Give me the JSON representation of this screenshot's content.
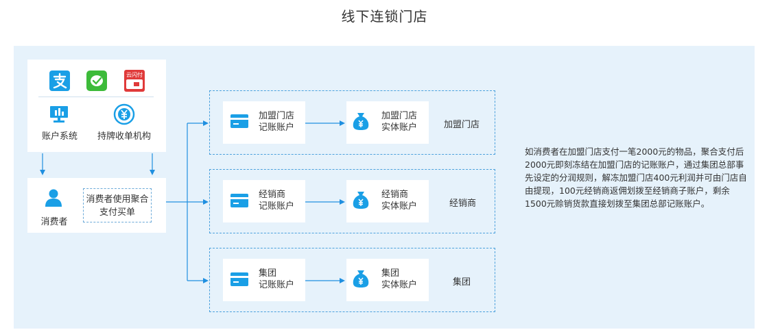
{
  "title": "线下连锁门店",
  "payment_methods": [
    {
      "name": "alipay-icon",
      "color": "#1a9fe6"
    },
    {
      "name": "wechat-pay-icon",
      "color": "#3dbb3a"
    },
    {
      "name": "unionpay-quickpass-icon",
      "color": "#e03a3a"
    }
  ],
  "unionpay_badge_text": "云闪付",
  "account_system_label": "账户系统",
  "acquirer_label": "持牌收单机构",
  "consumer_label": "消费者",
  "consumer_action": "消费者使用聚合支付买单",
  "groups": [
    {
      "virtual_account_line1": "加盟门店",
      "virtual_account_line2": "记账账户",
      "real_account_line1": "加盟门店",
      "real_account_line2": "实体账户",
      "label": "加盟门店"
    },
    {
      "virtual_account_line1": "经销商",
      "virtual_account_line2": "记账账户",
      "real_account_line1": "经销商",
      "real_account_line2": "实体账户",
      "label": "经销商"
    },
    {
      "virtual_account_line1": "集团",
      "virtual_account_line2": "记账账户",
      "real_account_line1": "集团",
      "real_account_line2": "实体账户",
      "label": "集团"
    }
  ],
  "description": "如消费者在加盟门店支付一笔2000元的物品，聚合支付后2000元即刻冻结在加盟门店的记账账户，通过集团总部事先设定的分润规则，解冻加盟门店400元利润并可由门店自由提现，100元经销商返佣划拨至经销商子账户，剩余1500元赊销货款直接划拨至集团总部记账账户。",
  "colors": {
    "panel_bg": "#e6f2fb",
    "accent_blue": "#1a9fe6",
    "line_blue": "#1f8fe0"
  }
}
